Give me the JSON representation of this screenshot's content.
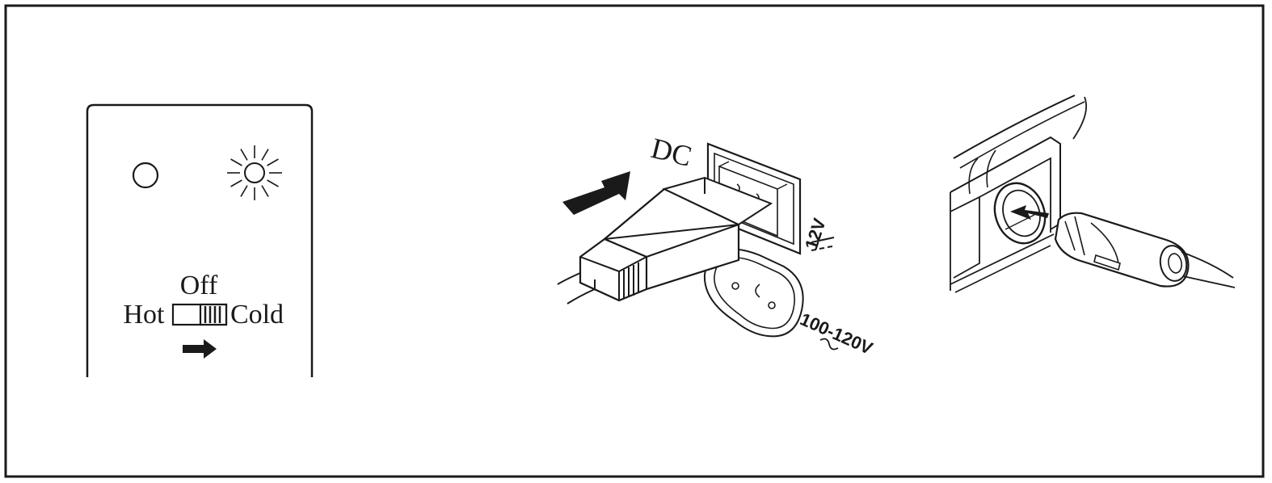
{
  "control_panel": {
    "switch_label_off": "Off",
    "switch_label_hot": "Hot",
    "switch_label_cold": "Cold",
    "indicator_off_icon": "indicator-light-off-icon",
    "indicator_on_icon": "indicator-light-on-icon",
    "arrow_icon": "arrow-right-icon"
  },
  "plug_diagram": {
    "dc_label": "DC",
    "dc_voltage": "12V",
    "ac_voltage": "100-120V",
    "insert_arrow_icon": "insert-arrow-icon"
  },
  "car_socket_diagram": {
    "insert_arrow_icon": "insert-arrow-icon",
    "socket_icon": "cigarette-lighter-socket-icon",
    "plug_icon": "car-plug-icon"
  },
  "colors": {
    "ink": "#1a1a1a",
    "background": "#ffffff"
  }
}
